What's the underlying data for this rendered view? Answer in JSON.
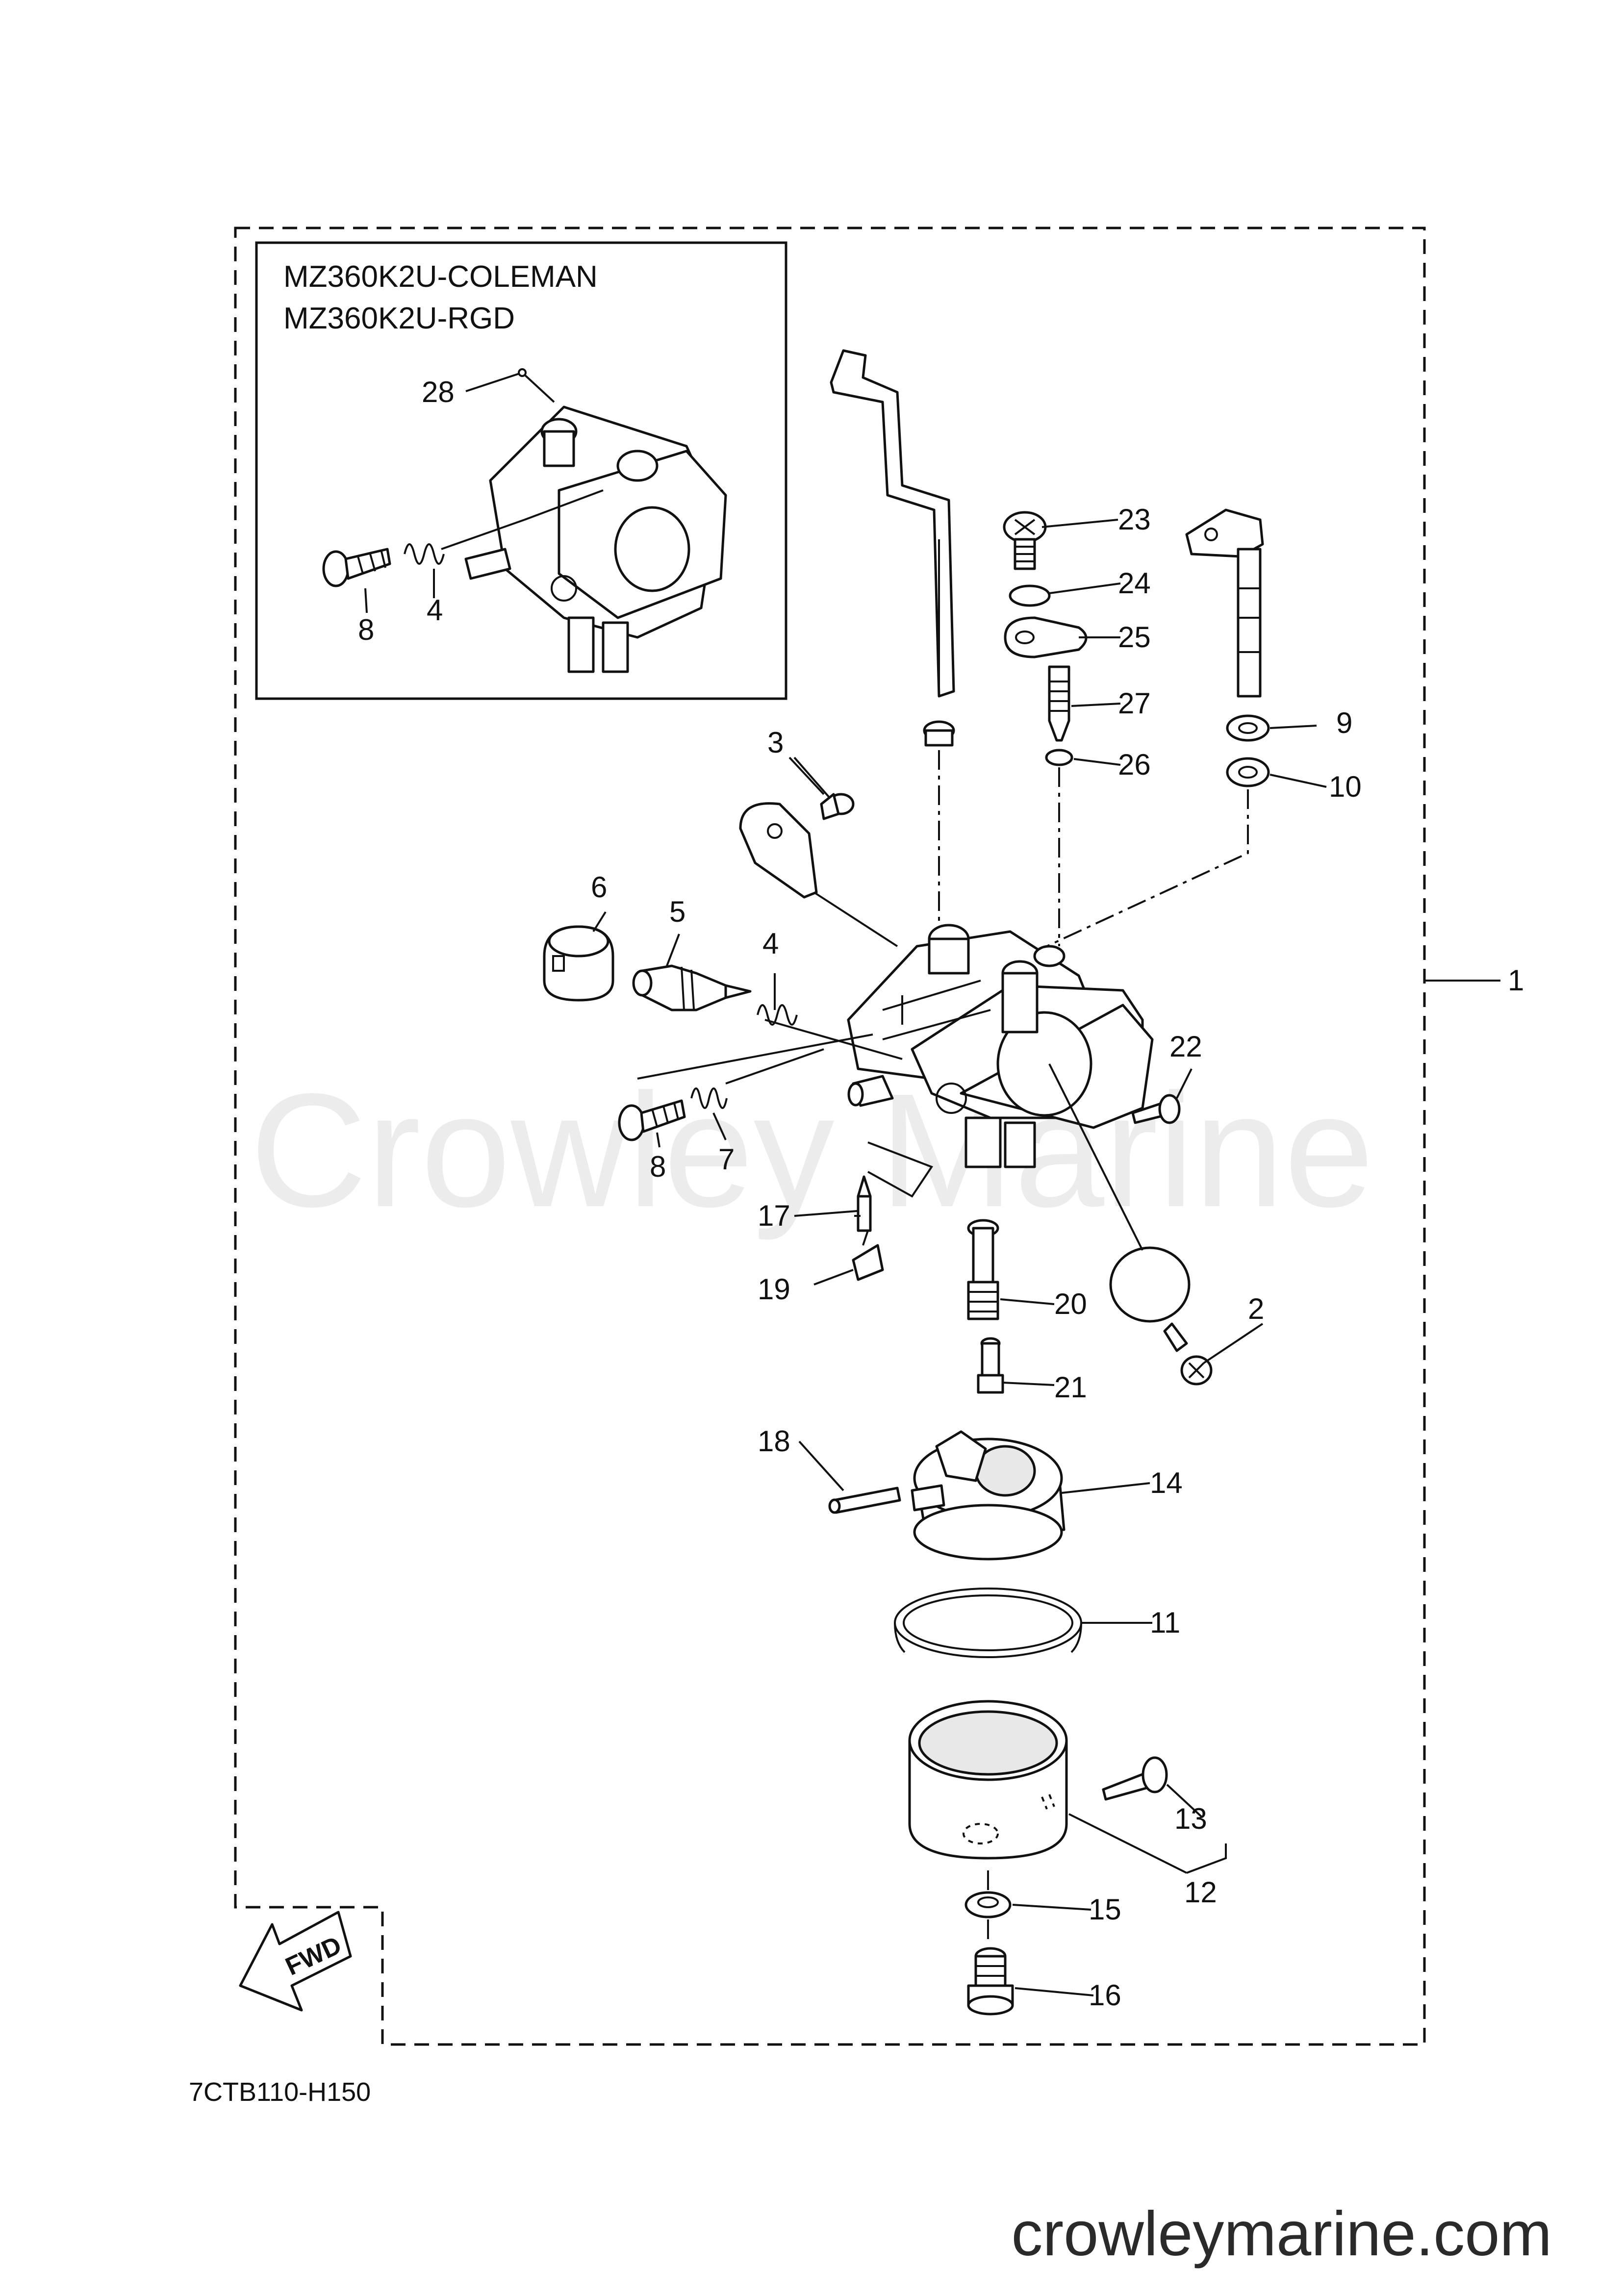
{
  "watermark": "Crowley Marine",
  "inset": {
    "title_lines": [
      "MZ360K2U-COLEMAN",
      "MZ360K2U-RGD"
    ],
    "callouts": [
      "28",
      "8",
      "4"
    ]
  },
  "callouts": [
    "1",
    "2",
    "3",
    "4",
    "5",
    "6",
    "7",
    "8",
    "9",
    "10",
    "11",
    "12",
    "13",
    "14",
    "15",
    "16",
    "17",
    "18",
    "19",
    "20",
    "21",
    "22",
    "23",
    "24",
    "25",
    "26",
    "27"
  ],
  "drawing_code": "7CTB110-H150",
  "website": "crowleymarine.com",
  "fwd_label": "FWD"
}
